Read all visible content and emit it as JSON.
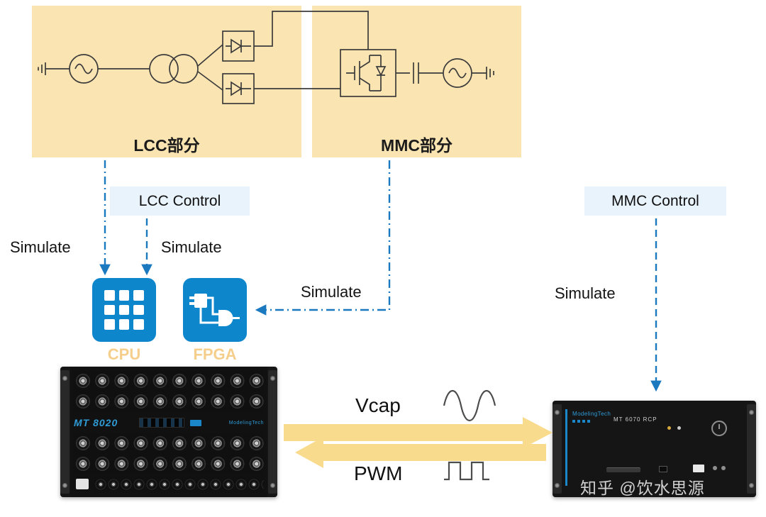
{
  "panels": {
    "lcc": {
      "label": "LCC部分"
    },
    "mmc": {
      "label": "MMC部分"
    }
  },
  "controls": {
    "lcc": {
      "label": "LCC Control"
    },
    "mmc": {
      "label": "MMC Control"
    }
  },
  "simulate": {
    "lcc": "Simulate",
    "lcc_control": "Simulate",
    "mmc_to_fpga": "Simulate",
    "mmc_control": "Simulate"
  },
  "processors": {
    "cpu": {
      "label": "CPU"
    },
    "fpga": {
      "label": "FPGA"
    }
  },
  "devices": {
    "simulator": {
      "model": "MT 8020",
      "brand": "ModelingTech"
    },
    "rcp": {
      "model": "MT 6070 RCP",
      "brand": "ModelingTech"
    }
  },
  "signals": {
    "vcap": {
      "label": "Vcap"
    },
    "pwm": {
      "label": "PWM"
    }
  },
  "watermark": {
    "text": "知乎 @饮水思源"
  },
  "icons": {
    "cpu": "cpu-grid-icon",
    "fpga": "fpga-logic-icon",
    "vcap_wave": "sine-wave-icon",
    "pwm_wave": "square-wave-icon"
  },
  "colors": {
    "panel_bg": "#FAE4B2",
    "control_bg": "#E8F3FC",
    "arrow_blue": "#1B79C0",
    "icon_blue": "#0E86CC",
    "label_gold": "#F6CE8C",
    "signal_arrow_yellow": "#F9DB8E",
    "device_model_blue": "#2F9BD6"
  }
}
